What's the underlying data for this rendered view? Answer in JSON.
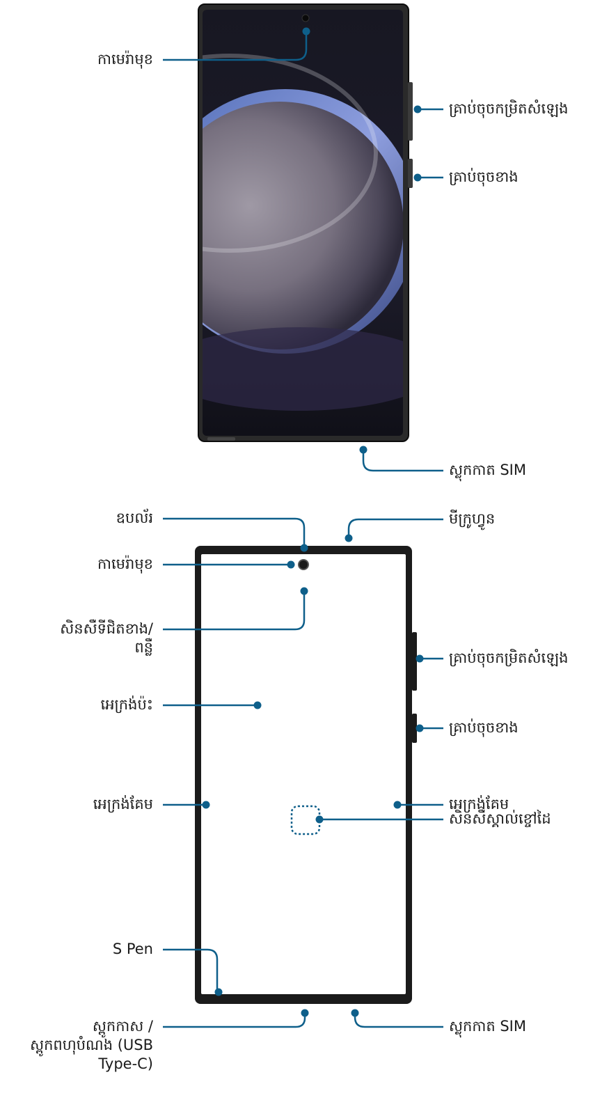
{
  "front": {
    "labels": {
      "front_camera": "កាមេរ៉ាមុខ",
      "volume_keys": "គ្រាប់ចុចកម្រិតសំឡេង",
      "side_key": "គ្រាប់ចុចខាង",
      "sim_tray": "ស្លុកកាត SIM"
    }
  },
  "diagram": {
    "labels": {
      "earpiece": "ឧបល័រ",
      "microphone_top": "មីក្រូហ្វូន",
      "front_camera": "កាមេរ៉ាមុខ",
      "proximity_sensor_line1": "សិនសឺទីជិតខាង/",
      "proximity_sensor_line2": "ពន្លឺ",
      "volume_keys": "គ្រាប់ចុចកម្រិតសំឡេង",
      "touchscreen": "អេក្រង់ប៉ះ",
      "side_key": "គ្រាប់ចុចខាង",
      "edge_screen_left": "អេក្រង់គែម",
      "edge_screen_right": "អេក្រង់គែម",
      "fingerprint_sensor": "សិនសឺស្គាល់ខ្ចៅដៃ",
      "s_pen": "S Pen",
      "sim_tray": "ស្លុកកាត SIM",
      "port_line1": "ស្ពូកកាស /",
      "port_line2": "ស្ពូកពហុបំណង (USB",
      "port_line3": "Type-C)"
    }
  },
  "colors": {
    "callout": "#0e5f8a",
    "phone_body": "#1c1c1c",
    "screen_bg": "#171720"
  }
}
